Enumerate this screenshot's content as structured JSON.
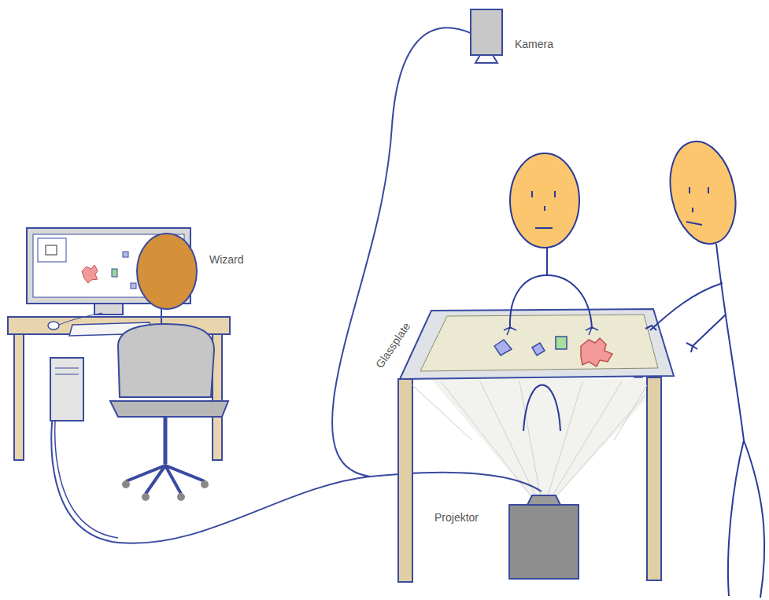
{
  "diagram": {
    "labels": [
      "Kamera",
      "Wizard",
      "Glassplate",
      "Projektor"
    ]
  }
}
